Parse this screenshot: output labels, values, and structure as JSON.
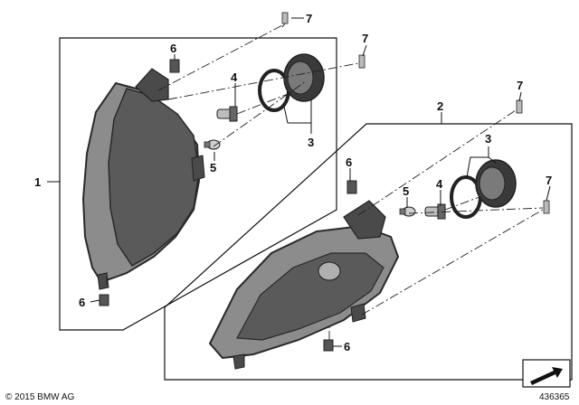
{
  "callouts": {
    "c1": "1",
    "c2": "2",
    "c3a": "3",
    "c3b": "3",
    "c4a": "4",
    "c4b": "4",
    "c5a": "5",
    "c5b": "5",
    "c6a": "6",
    "c6b": "6",
    "c6c": "6",
    "c6d": "6",
    "c7a": "7",
    "c7b": "7",
    "c7c": "7",
    "c7d": "7"
  },
  "footer": {
    "copyright": "© 2015 BMW AG",
    "diagram_number": "436365"
  },
  "colors": {
    "line": "#111111",
    "housing": "#5a5a5a",
    "housing_dark": "#3a3a3a",
    "lens": "#8c8c8c",
    "ring": "#222222"
  }
}
